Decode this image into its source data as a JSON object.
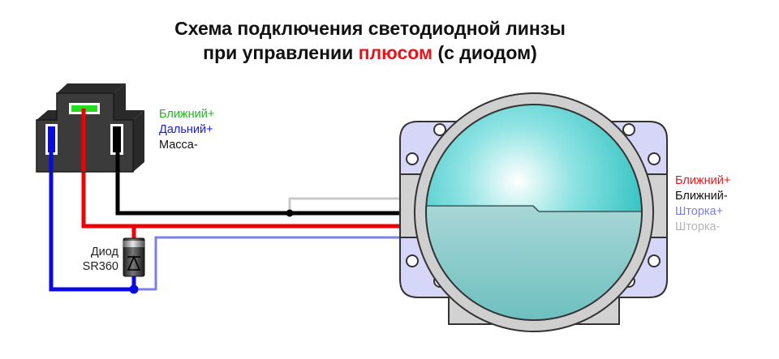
{
  "title": {
    "line1": "Схема подключения светодиодной линзы",
    "line2_prefix": "при управлении ",
    "line2_highlight": "плюсом",
    "line2_suffix": " (с диодом)",
    "highlight_color": "#e8141b"
  },
  "connector": {
    "pins": [
      {
        "label": "Ближний+",
        "color": "#1db81d"
      },
      {
        "label": "Дальний+",
        "color": "#1a1ae0"
      },
      {
        "label": "Масса-",
        "color": "#111111"
      }
    ]
  },
  "diode": {
    "line1": "Диод",
    "line2": "SR360"
  },
  "lens": {
    "wires": [
      {
        "label": "Ближний+",
        "color": "#e8141b"
      },
      {
        "label": "Ближний-",
        "color": "#111111"
      },
      {
        "label": "Шторка+",
        "color": "#7b7be0"
      },
      {
        "label": "Шторка-",
        "color": "#b5b5b5"
      }
    ]
  },
  "colors": {
    "red_wire": "#f00000",
    "black_wire": "#000000",
    "blue_wire": "#0a0ae6",
    "lightblue_wire": "#7e80ea",
    "gray_wire": "#c8c8c8",
    "connector_body": "#3b3b3b",
    "lens_flange": "#d4d4f7",
    "lens_glass": "#3ec8c8"
  }
}
